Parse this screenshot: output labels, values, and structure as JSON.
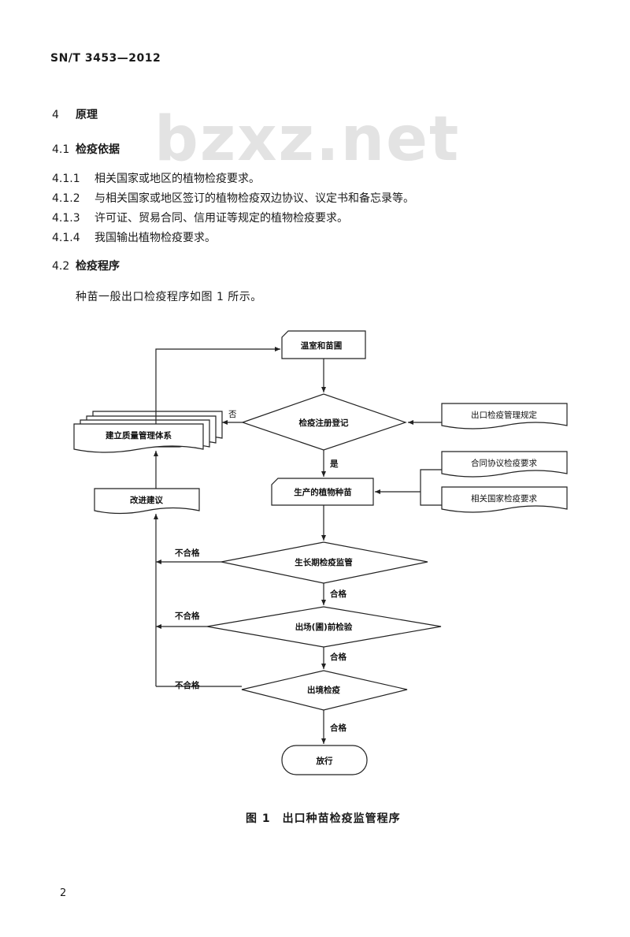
{
  "header": {
    "standard_code": "SN/T 3453—2012"
  },
  "watermark": "bzxz.net",
  "sections": {
    "s4": {
      "num": "4",
      "title": "原理"
    },
    "s41": {
      "num": "4.1",
      "title": "检疫依据"
    },
    "items": [
      {
        "num": "4.1.1",
        "text": "相关国家或地区的植物检疫要求。"
      },
      {
        "num": "4.1.2",
        "text": "与相关国家或地区签订的植物检疫双边协议、议定书和备忘录等。"
      },
      {
        "num": "4.1.3",
        "text": "许可证、贸易合同、信用证等规定的植物检疫要求。"
      },
      {
        "num": "4.1.4",
        "text": "我国输出植物检疫要求。"
      }
    ],
    "s42": {
      "num": "4.2",
      "title": "检疫程序"
    },
    "intro": "种苗一般出口检疫程序如图 1 所示。"
  },
  "flowchart": {
    "greenhouse": "温室和苗圃",
    "registration": "检疫注册登记",
    "export_rules": "出口检疫管理规定",
    "quality_system": "建立质量管理体系",
    "no_label": "否",
    "yes_label": "是",
    "contract_req": "合同协议检疫要求",
    "country_req": "相关国家检疫要求",
    "produced_seedlings": "生产的植物种苗",
    "improvement": "改进建议",
    "growth_supervision": "生长期检疫监管",
    "pre_release_inspection": "出场(圃)前检验",
    "exit_quarantine": "出境检疫",
    "release": "放行",
    "unqualified_1": "不合格",
    "unqualified_2": "不合格",
    "unqualified_3": "不合格",
    "qualified_1": "合格",
    "qualified_2": "合格",
    "qualified_3": "合格"
  },
  "figure_caption": "图 1　出口种苗检疫监管程序",
  "page_number": "2"
}
